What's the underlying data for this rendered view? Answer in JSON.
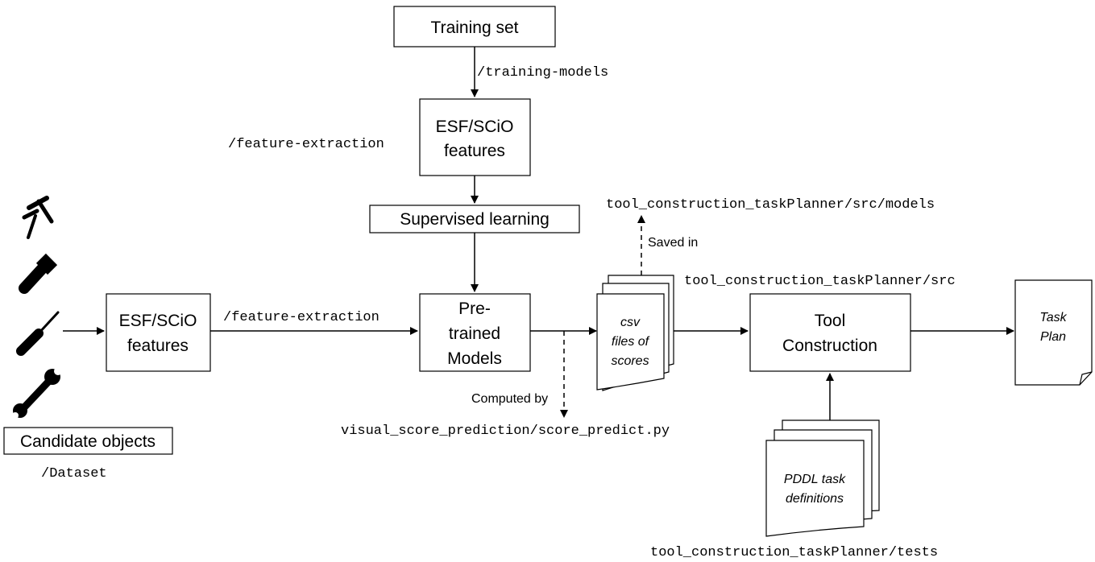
{
  "nodes": {
    "training_set": "Training set",
    "esf_top_line1": "ESF/SCiO",
    "esf_top_line2": "features",
    "supervised": "Supervised learning",
    "pretrained_line1": "Pre-",
    "pretrained_line2": "trained",
    "pretrained_line3": "Models",
    "esf_left_line1": "ESF/SCiO",
    "esf_left_line2": "features",
    "candidate_objects": "Candidate objects",
    "csv_line1": "csv",
    "csv_line2": "files of",
    "csv_line3": "scores",
    "tool_line1": "Tool",
    "tool_line2": "Construction",
    "task_line1": "Task",
    "task_line2": "Plan",
    "pddl_line1": "PDDL task",
    "pddl_line2": "definitions"
  },
  "paths": {
    "training_models": "/training-models",
    "feature_extraction_top": "/feature-extraction",
    "feature_extraction_mid": "/feature-extraction",
    "dataset": "/Dataset",
    "models_dir": "tool_construction_taskPlanner/src/models",
    "src_dir": "tool_construction_taskPlanner/src",
    "score_predict": "visual_score_prediction/score_predict.py",
    "tests_dir": "tool_construction_taskPlanner/tests"
  },
  "labels": {
    "saved_in": "Saved in",
    "computed_by": "Computed by"
  },
  "icons": [
    "hammer-icon",
    "flashlight-icon",
    "screwdriver-icon",
    "wrench-icon"
  ]
}
